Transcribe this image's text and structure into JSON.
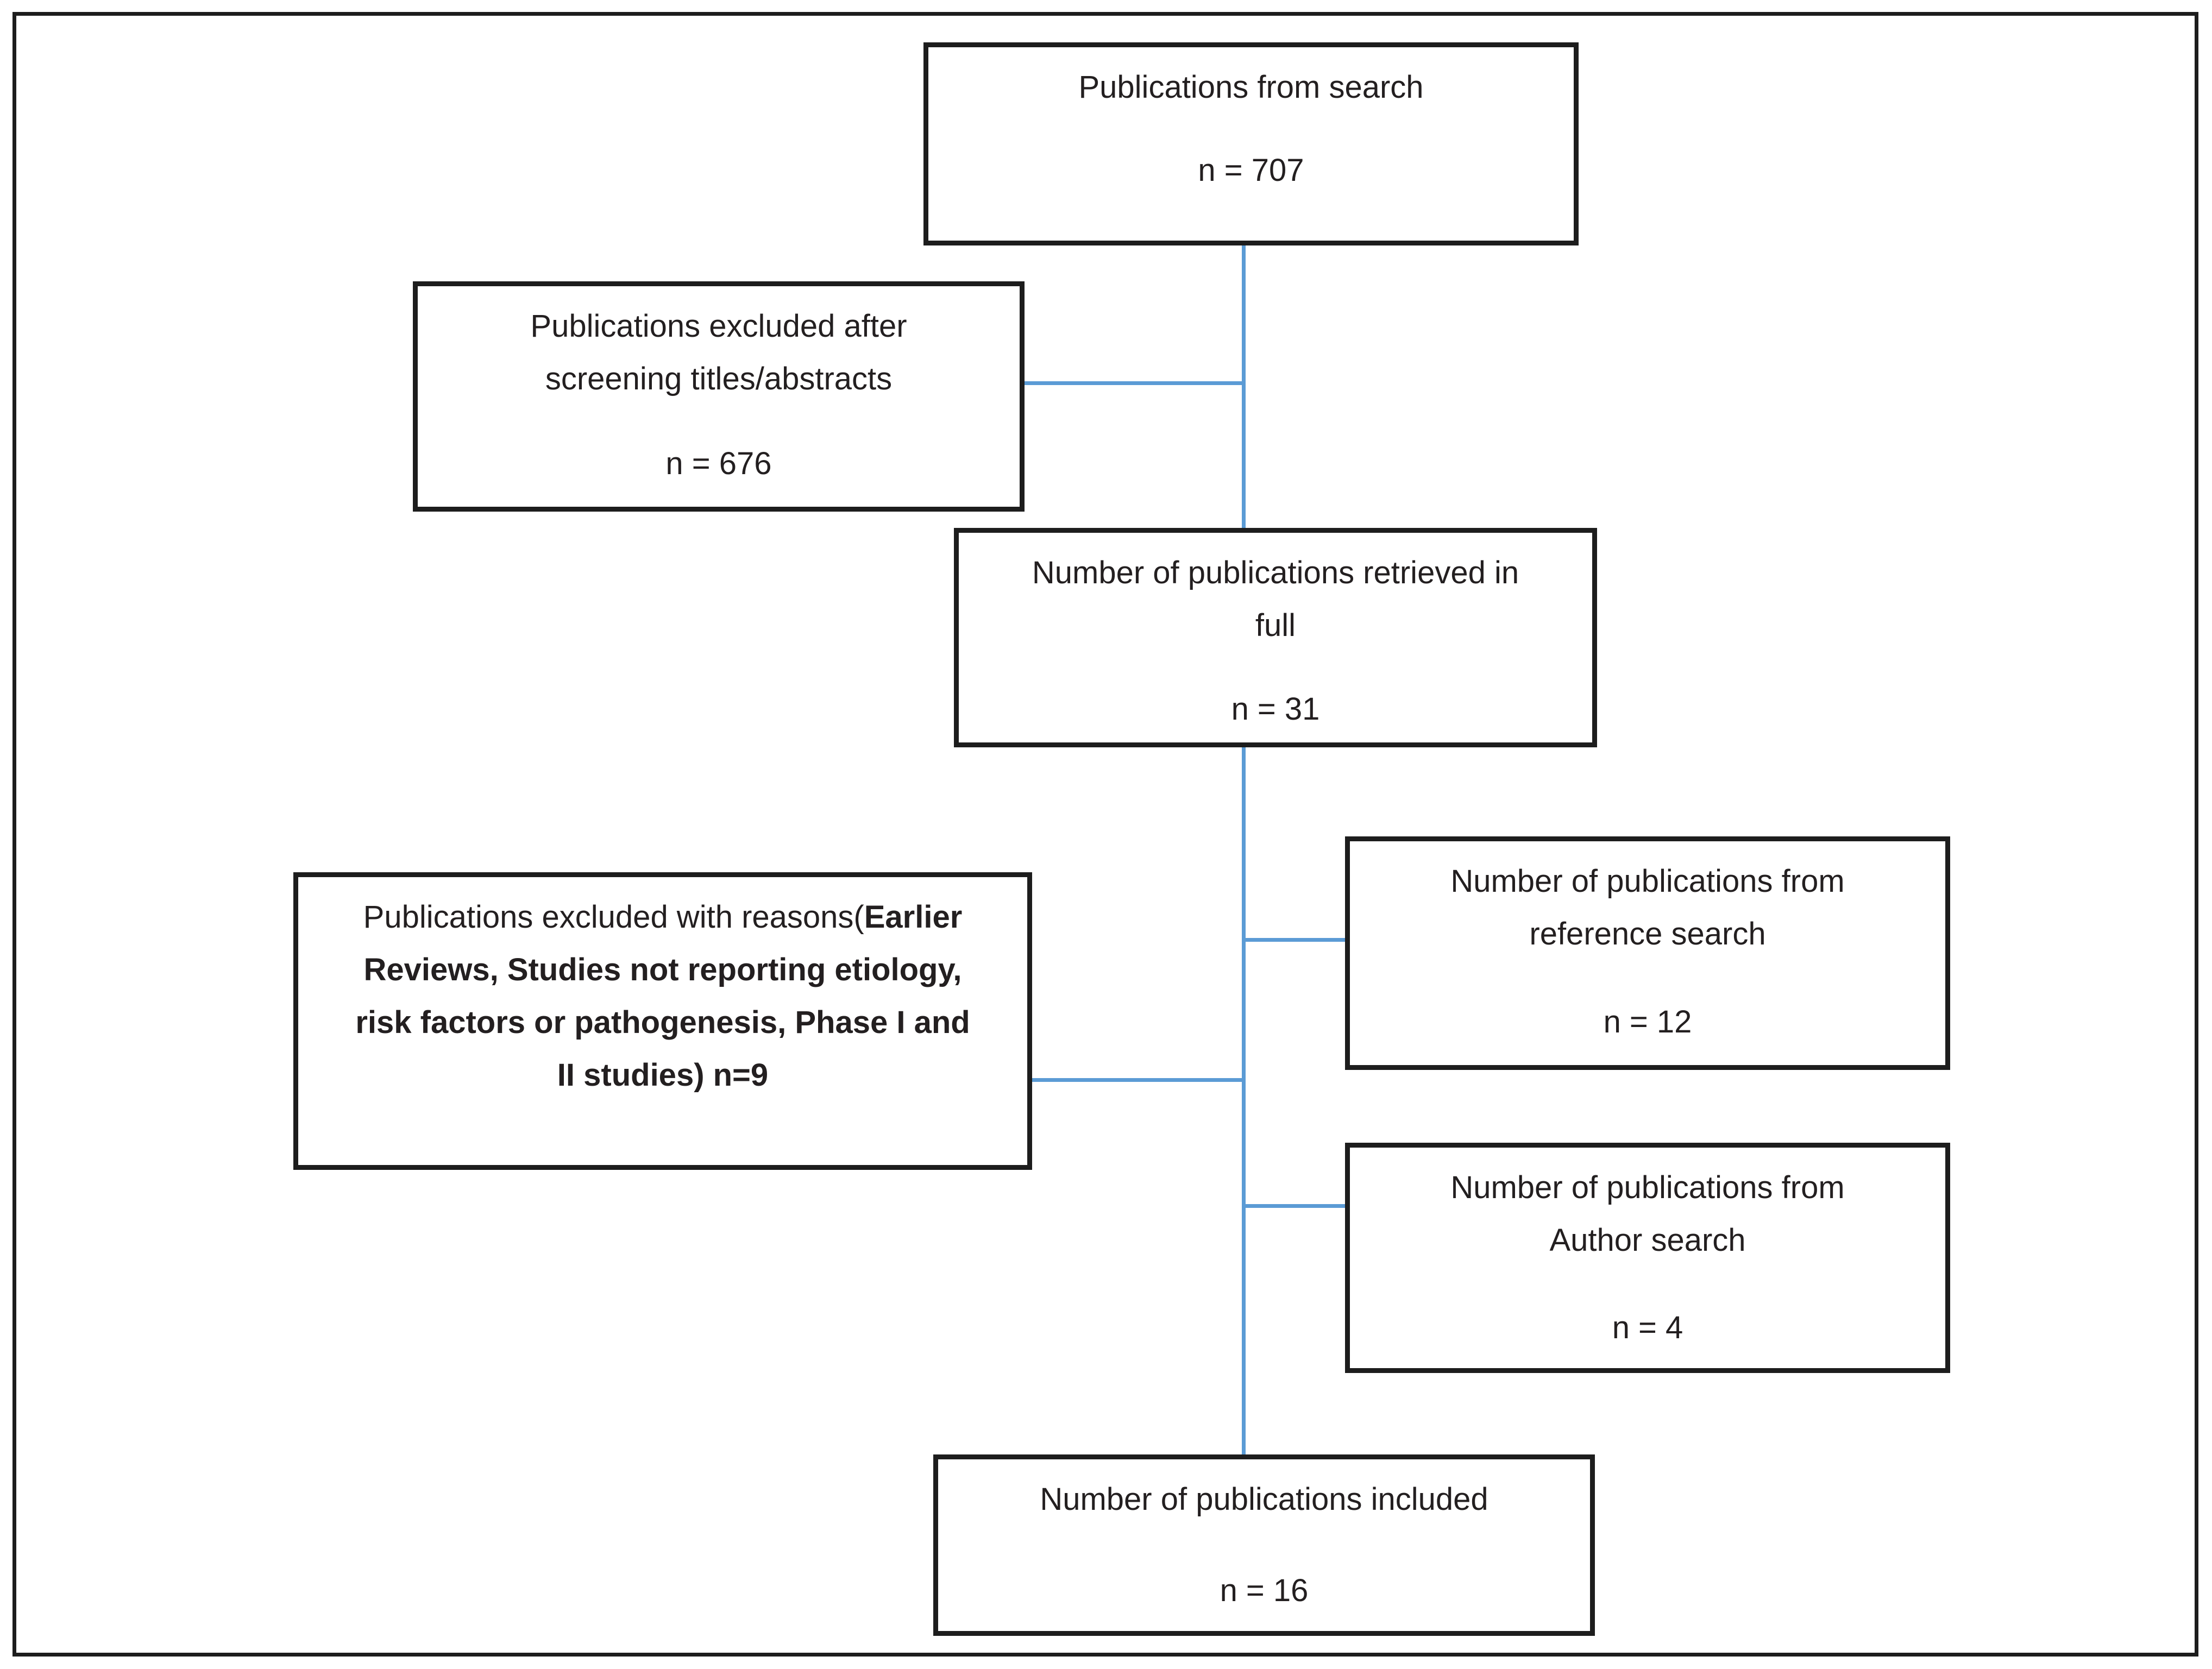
{
  "diagram": {
    "boxes": {
      "search": {
        "line1": "Publications from search",
        "count": "n = 707"
      },
      "excluded_screening": {
        "line1": "Publications excluded after",
        "line2": "screening titles/abstracts",
        "count": "n = 676"
      },
      "retrieved_full": {
        "line1": "Number of publications retrieved in",
        "line2": "full",
        "count": "n = 31"
      },
      "excluded_reasons": {
        "line1_regular": "Publications excluded with reasons(",
        "line1_bold": "Earlier",
        "line2_bold": "Reviews, Studies not reporting etiology,",
        "line3_bold": "risk factors  or pathogenesis, Phase I and",
        "line4_bold": "II studies) n=9"
      },
      "reference_search": {
        "line1": "Number of publications from",
        "line2": "reference search",
        "count": "n = 12"
      },
      "author_search": {
        "line1": "Number of publications from",
        "line2": "Author search",
        "count": "n = 4"
      },
      "included": {
        "line1": "Number of publications included",
        "count": "n = 16"
      }
    },
    "colors": {
      "connector": "#5B9BD5",
      "border": "#1D1D1D",
      "text": "#231F20",
      "background": "#FFFFFF"
    }
  }
}
